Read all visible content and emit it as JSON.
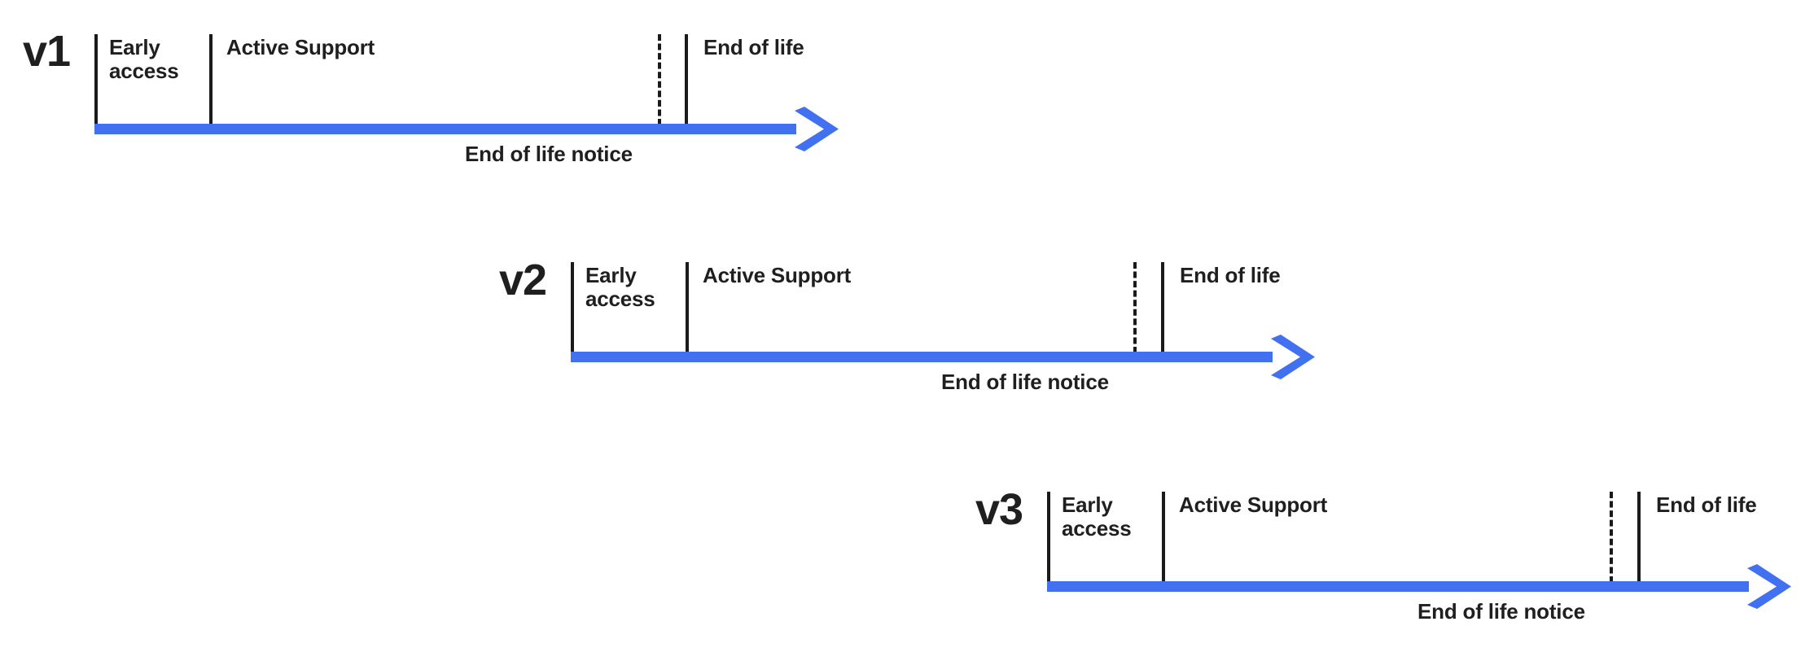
{
  "diagram": {
    "title": "Version support lifecycle timeline",
    "accent_color": "#4171f0",
    "text_color": "#1f1f1f",
    "rule_color": "#1a1a1a",
    "background_color": "#ffffff"
  },
  "timelines": [
    {
      "version": "v1",
      "phases": [
        {
          "label": "Early\naccess"
        },
        {
          "label": "Active Support"
        },
        {
          "label": "End of life"
        }
      ],
      "notice": "End of life notice"
    },
    {
      "version": "v2",
      "phases": [
        {
          "label": "Early\naccess"
        },
        {
          "label": "Active Support"
        },
        {
          "label": "End of life"
        }
      ],
      "notice": "End of life notice"
    },
    {
      "version": "v3",
      "phases": [
        {
          "label": "Early\naccess"
        },
        {
          "label": "Active Support"
        },
        {
          "label": "End of life"
        }
      ],
      "notice": "End of life notice"
    }
  ]
}
